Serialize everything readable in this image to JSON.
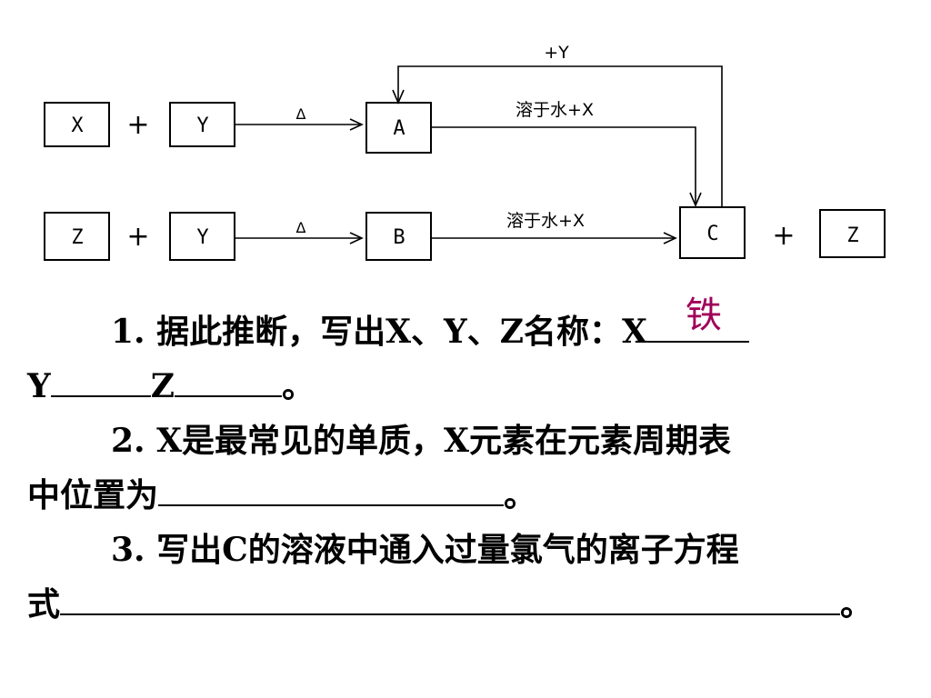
{
  "diagram": {
    "nodes": {
      "x1": "X",
      "y1": "Y",
      "a": "A",
      "z1": "Z",
      "y2": "Y",
      "b": "B",
      "c": "C",
      "z2": "Z"
    },
    "plus": "+",
    "heat_mark": "Δ",
    "dissolve_label": "溶于水+X",
    "loop_label": "+Y"
  },
  "questions": {
    "q1_intro": "1. 据此推断，写出X、Y、Z名称：X",
    "q1_answer_x": "铁",
    "q1_y": "Y",
    "q1_z": "Z",
    "q1_end": "。",
    "q2_line1": "2. X是最常见的单质，X元素在元素周期表",
    "q2_line2": "中位置为",
    "q2_end": "。",
    "q3_line1": "3. 写出C的溶液中通入过量氯气的离子方程",
    "q3_line2": "式",
    "q3_end": "。"
  }
}
